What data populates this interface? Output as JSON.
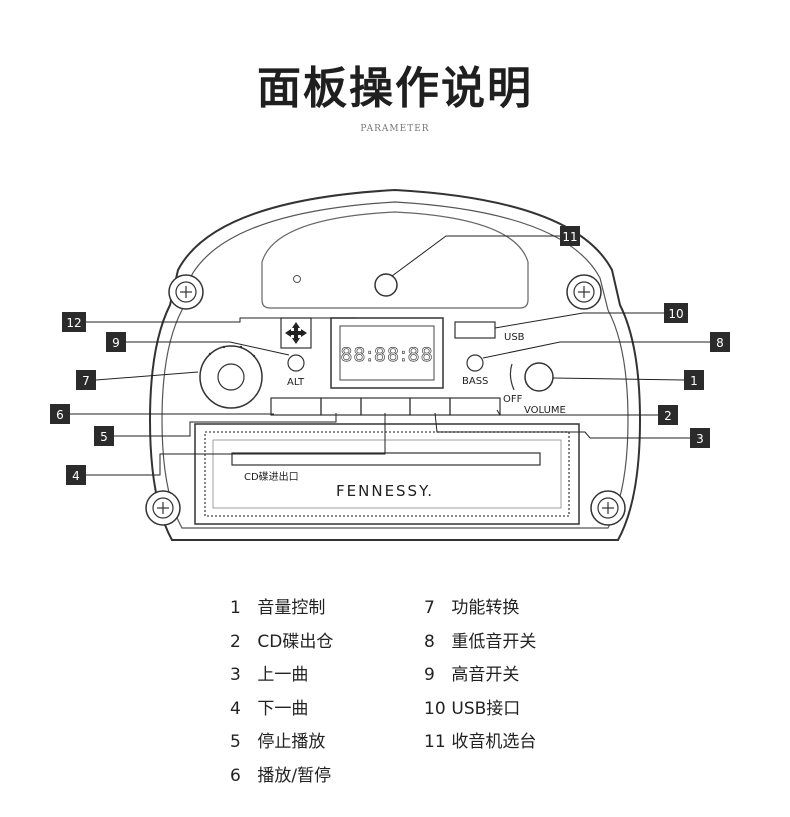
{
  "title": "面板操作说明",
  "subtitle": "PARAMETER",
  "panel": {
    "labels": {
      "usb": "USB",
      "bass": "BASS",
      "alt": "ALT",
      "off": "OFF",
      "volume": "VOLUME",
      "cd_slot": "CD碟进出口",
      "brand": "FENNESSY."
    },
    "display_text": "88:88:88",
    "callouts": [
      "1",
      "2",
      "3",
      "4",
      "5",
      "6",
      "7",
      "8",
      "9",
      "10",
      "11",
      "12"
    ]
  },
  "legend": {
    "left": [
      {
        "num": "1",
        "text": "音量控制"
      },
      {
        "num": "2",
        "text": "CD碟出仓"
      },
      {
        "num": "3",
        "text": "上一曲"
      },
      {
        "num": "4",
        "text": "下一曲"
      },
      {
        "num": "5",
        "text": "停止播放"
      },
      {
        "num": "6",
        "text": "播放/暂停"
      }
    ],
    "right": [
      {
        "num": "7",
        "text": "功能转换"
      },
      {
        "num": "8",
        "text": "重低音开关"
      },
      {
        "num": "9",
        "text": "高音开关"
      },
      {
        "num": "10",
        "text": "USB接口"
      },
      {
        "num": "11",
        "text": "收音机选台"
      }
    ]
  }
}
